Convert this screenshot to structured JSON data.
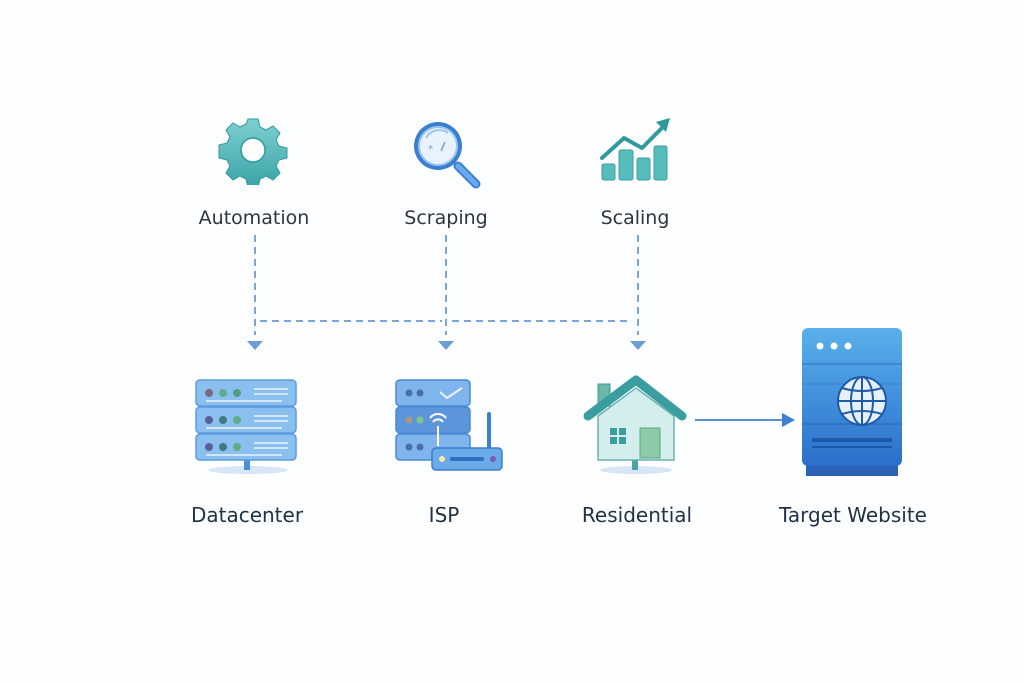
{
  "top_nodes": [
    {
      "label": "Automation",
      "icon": "gear-icon"
    },
    {
      "label": "Scraping",
      "icon": "magnifier-icon"
    },
    {
      "label": "Scaling",
      "icon": "growth-chart-icon"
    }
  ],
  "bottom_nodes": [
    {
      "label": "Datacenter",
      "icon": "server-rack-icon"
    },
    {
      "label": "ISP",
      "icon": "router-server-icon"
    },
    {
      "label": "Residential",
      "icon": "house-icon"
    },
    {
      "label": "Target Website",
      "icon": "web-server-icon"
    }
  ],
  "colors": {
    "teal": "#4bb3b3",
    "blue": "#3f7fd0",
    "connector": "#7ba6d9",
    "text": "#2c3540"
  }
}
